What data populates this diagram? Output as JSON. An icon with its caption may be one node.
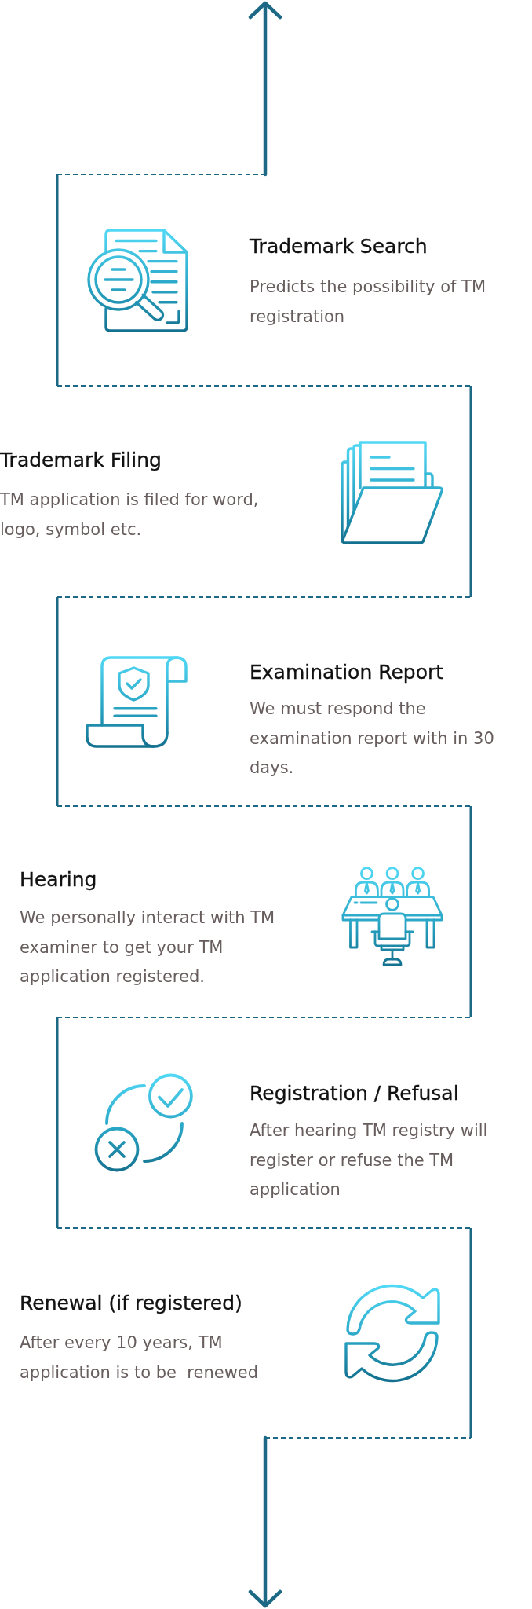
{
  "diagram": {
    "nodes": [
      {
        "text": [
          "Trademark Search",
          "Predicts the possibility of TM registration"
        ]
      },
      {
        "text": [
          "Trademark Filing",
          "TM application is filed for word, logo, symbol etc."
        ]
      },
      {
        "text": [
          "Examination Report",
          "We must respond the examination report with in 30 days."
        ]
      },
      {
        "text": [
          "Hearing",
          "We personally interact with TM examiner to get your TM application registered."
        ]
      },
      {
        "text": [
          "Registration / Refusal",
          "After hearing TM registry will register or refuse the TM application"
        ]
      },
      {
        "text": [
          "Renewal (if registered)",
          "After every 10 years, TM application is to be  renewed"
        ]
      }
    ],
    "edges": [
      {
        "from": 0,
        "to": null,
        "arrow": "to"
      },
      {
        "from": 5,
        "to": null,
        "arrow": "to"
      }
    ]
  }
}
